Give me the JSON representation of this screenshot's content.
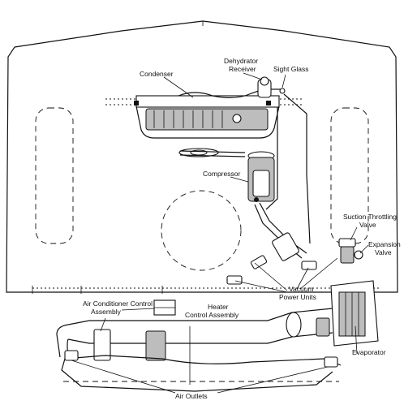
{
  "labels": {
    "condenser": "Condenser",
    "dehydrator_line1": "Dehydrator",
    "dehydrator_line2": "Receiver",
    "sight_glass": "Sight Glass",
    "compressor": "Compressor",
    "suction_line1": "Suction Throttling",
    "suction_line2": "Valve",
    "expansion_line1": "Expansion",
    "expansion_line2": "Valve",
    "vacuum_line1": "Vacuum",
    "vacuum_line2": "Power Units",
    "ac_control_line1": "Air Conditioner Control",
    "ac_control_line2": "Assembly",
    "heater_line1": "Heater",
    "heater_line2": "Control Assembly",
    "evaporator": "Evaporator",
    "air_outlets": "Air Outlets"
  }
}
